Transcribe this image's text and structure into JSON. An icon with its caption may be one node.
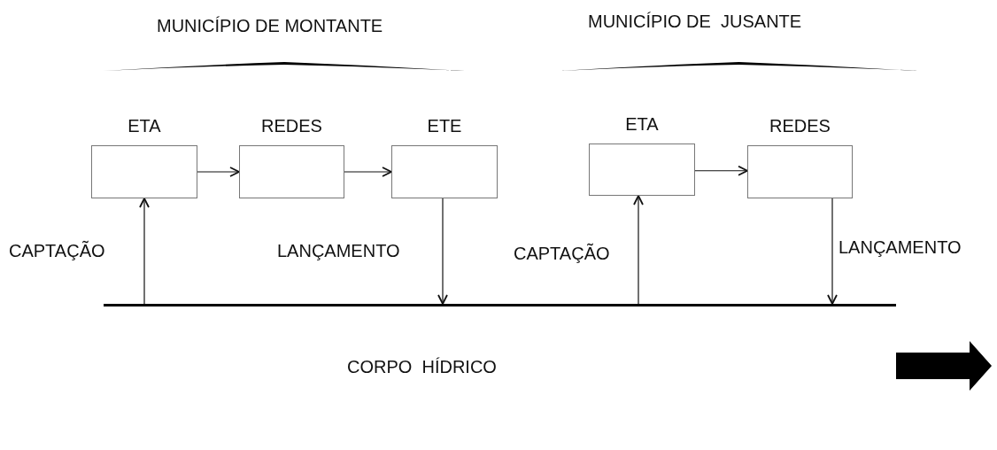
{
  "diagram": {
    "nodes": [
      {
        "text": [
          "ETA"
        ]
      },
      {
        "text": [
          "REDES"
        ]
      },
      {
        "text": [
          "ETE"
        ]
      },
      {
        "text": [
          "ETA"
        ]
      },
      {
        "text": [
          "REDES"
        ]
      },
      {
        "text": [],
        "shape": "bar"
      }
    ],
    "edges": [
      {
        "from": 5,
        "to": 0,
        "arrow": "to",
        "label": "CAPTAÇÃO"
      },
      {
        "from": 0,
        "to": 1,
        "arrow": "to"
      },
      {
        "from": 1,
        "to": 2,
        "arrow": "to"
      },
      {
        "from": 2,
        "to": 5,
        "arrow": "to",
        "label": "LANÇAMENTO"
      },
      {
        "from": 5,
        "to": 3,
        "arrow": "to",
        "label": "CAPTAÇÃO"
      },
      {
        "from": 3,
        "to": 4,
        "arrow": "to"
      },
      {
        "from": 4,
        "to": 5,
        "arrow": "to",
        "label": "LANÇAMENTO"
      }
    ],
    "labels": [
      "MUNICÍPIO DE MONTANTE",
      "MUNICÍPIO DE  JUSANTE",
      "CORPO  HÍDRICO"
    ]
  }
}
